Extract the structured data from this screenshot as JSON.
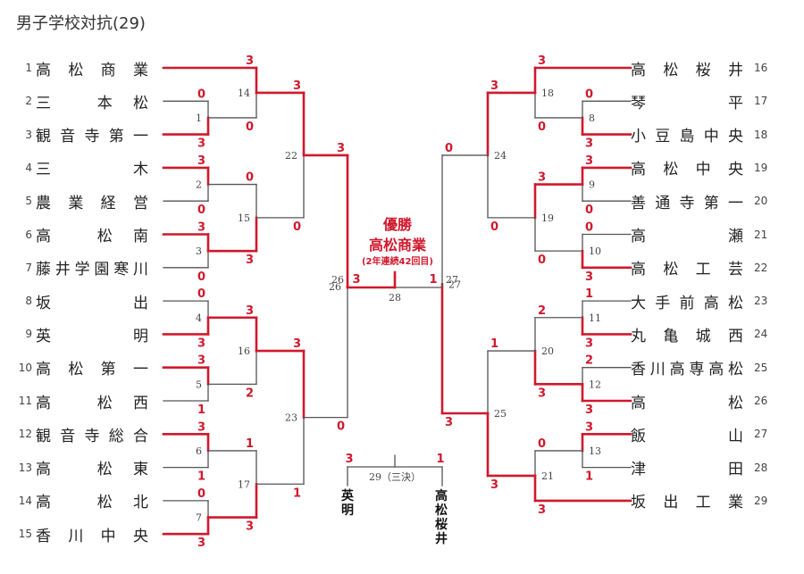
{
  "title": "男子学校対抗(29)",
  "champion": {
    "heading": "優勝",
    "name": "高松商業",
    "note": "(2年連続42回目)"
  },
  "third_place": {
    "label": "29（三決）",
    "left_team": "英明",
    "right_team": "高松桜井"
  },
  "colors": {
    "winner_line": "#d0182c",
    "loser_line": "#555555",
    "score": "#d0182c"
  },
  "left_teams": [
    {
      "no": "1",
      "name": "高松商業"
    },
    {
      "no": "2",
      "name": "三　本松"
    },
    {
      "no": "3",
      "name": "観音寺第一"
    },
    {
      "no": "4",
      "name": "三　　木"
    },
    {
      "no": "5",
      "name": "農業経営"
    },
    {
      "no": "6",
      "name": "高　松南"
    },
    {
      "no": "7",
      "name": "藤井学園寒川"
    },
    {
      "no": "8",
      "name": "坂　　出"
    },
    {
      "no": "9",
      "name": "英　　明"
    },
    {
      "no": "10",
      "name": "高松第一"
    },
    {
      "no": "11",
      "name": "高　松西"
    },
    {
      "no": "12",
      "name": "観音寺総合"
    },
    {
      "no": "13",
      "name": "高　松東"
    },
    {
      "no": "14",
      "name": "高　松北"
    },
    {
      "no": "15",
      "name": "香川中央"
    }
  ],
  "right_teams": [
    {
      "no": "16",
      "name": "高松桜井"
    },
    {
      "no": "17",
      "name": "琴　　平"
    },
    {
      "no": "18",
      "name": "小豆島中央"
    },
    {
      "no": "19",
      "name": "高松中央"
    },
    {
      "no": "20",
      "name": "善通寺第一"
    },
    {
      "no": "21",
      "name": "高　　瀬"
    },
    {
      "no": "22",
      "name": "高松工芸"
    },
    {
      "no": "23",
      "name": "大手前高松"
    },
    {
      "no": "24",
      "name": "丸亀城西"
    },
    {
      "no": "25",
      "name": "香川高専高松"
    },
    {
      "no": "26",
      "name": "高　　松"
    },
    {
      "no": "27",
      "name": "飯　　山"
    },
    {
      "no": "28",
      "name": "津　　田"
    },
    {
      "no": "29",
      "name": "坂出工業"
    }
  ],
  "matches": [
    {
      "id": "1",
      "side": "L",
      "round": 1,
      "a": "t2",
      "b": "t3",
      "sa": "0",
      "sb": "3",
      "w": "b"
    },
    {
      "id": "2",
      "side": "L",
      "round": 1,
      "a": "t4",
      "b": "t5",
      "sa": "3",
      "sb": "0",
      "w": "a"
    },
    {
      "id": "3",
      "side": "L",
      "round": 1,
      "a": "t6",
      "b": "t7",
      "sa": "3",
      "sb": "0",
      "w": "a"
    },
    {
      "id": "4",
      "side": "L",
      "round": 1,
      "a": "t8",
      "b": "t9",
      "sa": "0",
      "sb": "3",
      "w": "b"
    },
    {
      "id": "5",
      "side": "L",
      "round": 1,
      "a": "t10",
      "b": "t11",
      "sa": "3",
      "sb": "1",
      "w": "a"
    },
    {
      "id": "6",
      "side": "L",
      "round": 1,
      "a": "t12",
      "b": "t13",
      "sa": "3",
      "sb": "1",
      "w": "a"
    },
    {
      "id": "7",
      "side": "L",
      "round": 1,
      "a": "t14",
      "b": "t15",
      "sa": "0",
      "sb": "3",
      "w": "b"
    },
    {
      "id": "14",
      "side": "L",
      "round": 2,
      "a": "t1",
      "b": "m1",
      "sa": "3",
      "sb": "0",
      "w": "a"
    },
    {
      "id": "15",
      "side": "L",
      "round": 2,
      "a": "m2",
      "b": "m3",
      "sa": "0",
      "sb": "3",
      "w": "b"
    },
    {
      "id": "16",
      "side": "L",
      "round": 2,
      "a": "m4",
      "b": "m5",
      "sa": "3",
      "sb": "2",
      "w": "a"
    },
    {
      "id": "17",
      "side": "L",
      "round": 2,
      "a": "m6",
      "b": "m7",
      "sa": "1",
      "sb": "3",
      "w": "b"
    },
    {
      "id": "22",
      "side": "L",
      "round": 3,
      "a": "m14",
      "b": "m15",
      "sa": "3",
      "sb": "0",
      "w": "a"
    },
    {
      "id": "23",
      "side": "L",
      "round": 3,
      "a": "m16",
      "b": "m17",
      "sa": "3",
      "sb": "1",
      "w": "a"
    },
    {
      "id": "26",
      "side": "L",
      "round": 4,
      "a": "m22",
      "b": "m23",
      "sa": "3",
      "sb": "0",
      "w": "a"
    },
    {
      "id": "8",
      "side": "R",
      "round": 1,
      "a": "t17",
      "b": "t18",
      "sa": "0",
      "sb": "3",
      "w": "b"
    },
    {
      "id": "9",
      "side": "R",
      "round": 1,
      "a": "t19",
      "b": "t20",
      "sa": "3",
      "sb": "0",
      "w": "a"
    },
    {
      "id": "10",
      "side": "R",
      "round": 1,
      "a": "t21",
      "b": "t22",
      "sa": "0",
      "sb": "3",
      "w": "b"
    },
    {
      "id": "11",
      "side": "R",
      "round": 1,
      "a": "t23",
      "b": "t24",
      "sa": "1",
      "sb": "3",
      "w": "b"
    },
    {
      "id": "12",
      "side": "R",
      "round": 1,
      "a": "t25",
      "b": "t26",
      "sa": "2",
      "sb": "3",
      "w": "b"
    },
    {
      "id": "13",
      "side": "R",
      "round": 1,
      "a": "t27",
      "b": "t28",
      "sa": "3",
      "sb": "1",
      "w": "a"
    },
    {
      "id": "18",
      "side": "R",
      "round": 2,
      "a": "t16",
      "b": "m8",
      "sa": "3",
      "sb": "0",
      "w": "a"
    },
    {
      "id": "19",
      "side": "R",
      "round": 2,
      "a": "m9",
      "b": "m10",
      "sa": "3",
      "sb": "0",
      "w": "a"
    },
    {
      "id": "20",
      "side": "R",
      "round": 2,
      "a": "m11",
      "b": "m12",
      "sa": "2",
      "sb": "3",
      "w": "b"
    },
    {
      "id": "21",
      "side": "R",
      "round": 2,
      "a": "m13",
      "b": "t29",
      "sa": "0",
      "sb": "3",
      "w": "b"
    },
    {
      "id": "24",
      "side": "R",
      "round": 3,
      "a": "m18",
      "b": "m19",
      "sa": "3",
      "sb": "0",
      "w": "a"
    },
    {
      "id": "25",
      "side": "R",
      "round": 3,
      "a": "m20",
      "b": "m21",
      "sa": "1",
      "sb": "3",
      "w": "b"
    },
    {
      "id": "27",
      "side": "R",
      "round": 4,
      "a": "m24",
      "b": "m25",
      "sa": "0",
      "sb": "3",
      "w": "b"
    },
    {
      "id": "28",
      "side": "F",
      "round": 5,
      "a": "m26",
      "b": "m27",
      "sa": "3",
      "sb": "1",
      "w": "a"
    },
    {
      "id": "29",
      "side": "T",
      "round": 5,
      "a": "L",
      "b": "R",
      "sa": "3",
      "sb": "1",
      "w": "a"
    }
  ]
}
